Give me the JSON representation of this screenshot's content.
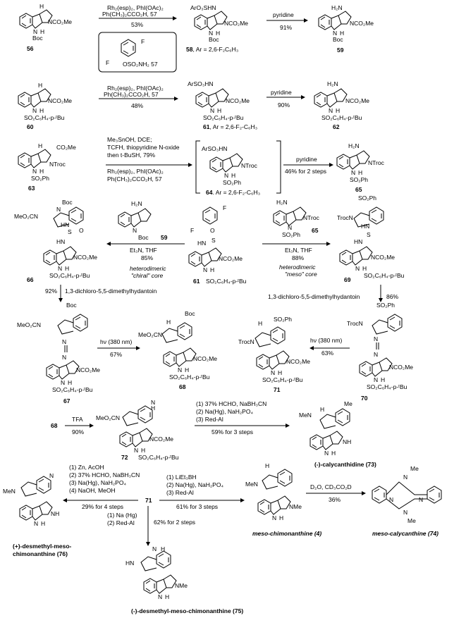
{
  "compounds": {
    "c56": "56",
    "c58": "58",
    "c58_ar": ", Ar = 2,6-F₂C₆H₃",
    "c59": "59",
    "c60": "60",
    "c61": "61",
    "c61_ar": ", Ar = 2,6-F₂-C₆H₃",
    "c62": "62",
    "c63": "63",
    "c64": "64",
    "c64_ar": ". Ar = 2,6-F₂-C₆H₃",
    "c65": "65",
    "c66": "66",
    "c67": "67",
    "c68": "68",
    "c69": "69",
    "c70": "70",
    "c71": "71",
    "c72": "72",
    "c73": "(-)-calycanthidine (73)",
    "c4": "meso-chimonanthine (4)",
    "c74": "meso-calycanthine (74)",
    "c76a": "(+)-desmethyl-meso-",
    "c76b": "chimonanthine (76)",
    "c75": "(-)-desmethyl-meso-chimonanthine (75)"
  },
  "reagents": {
    "r1a": "Rh₂(esp)₂, PhI(OAc)₂",
    "r1b": "Ph(CH₃)₂CCO₂H, 57",
    "r1y": "53%",
    "r57": "OSO₂NH₂ 57",
    "r2": "pyridine",
    "r2y": "91%",
    "r3a": "Rh₂(esp)₂, PhI(OAc)₂",
    "r3b": "Ph(CH₃)₂CCO₂H, 57",
    "r3y": "48%",
    "r4": "pyridine",
    "r4y": "90%",
    "r5a": "Me₃SnOH, DCE;",
    "r5b": "TCFH, thiopyridine N-oxide",
    "r5c": "then t-BuSH, 79%",
    "r5d": "Rh₂(esp)₂, PhI(OAc)₂",
    "r5e": "Ph(CH₃)₂CCO₂H, 57",
    "r6": "pyridine",
    "r6y": "46% for 2 steps",
    "r7a": "Et₃N, THF",
    "r7y": "85%",
    "r7c": "heterodimeric",
    "r7d": "\"chiral\" core",
    "r8a": "Et₃N, THF",
    "r8y": "88%",
    "r8c": "heterodimeric",
    "r8d": "\"meso\" core",
    "r9": "1,3-dichloro-5,5-dimethylhydantoin",
    "r9y": "92%",
    "r10": "1,3-dichloro-5,5-dimethylhydantoin",
    "r10y": "86%",
    "r11": "hν (380 nm)",
    "r11y": "67%",
    "r12": "hν (380 nm)",
    "r12y": "63%",
    "r13": "TFA",
    "r13y": "90%",
    "r14a": "(1) 37% HCHO, NaBH₃CN",
    "r14b": "(2) Na(Hg), NaH₂PO₄",
    "r14c": "(3) Red-Al",
    "r14y": "59% for 3 steps",
    "r15a": "(1) Zn, AcOH",
    "r15b": "(2) 37% HCHO, NaBH₃CN",
    "r15c": "(3) Na(Hg), NaH₂PO₄",
    "r15d": "(4) NaOH, MeOH",
    "r15y": "29% for 4 steps",
    "r16a": "(1) LiEt₃BH",
    "r16b": "(2) Na(Hg), NaH₂PO₄",
    "r16c": "(3) Red-Al",
    "r16y": "61% for 3 steps",
    "r17a": "(1) Na (Hg)",
    "r17b": "(2) Red-Al",
    "r17y": "62% for 2 steps",
    "r18": "D₂O, CD₃CO₂D",
    "r18y": "36%"
  },
  "groups": {
    "boc": "Boc",
    "nco2me": "NCO₂Me",
    "co2me": "CO₂Me",
    "h": "H",
    "n": "N",
    "so2c6h4tbu": "SO₂C₆H₄-p-ᵗBu",
    "so2ph": "SO₂Ph",
    "ntroc": "NTroc",
    "troc": "Troc",
    "troc_n": "TrocN",
    "arso3hn": "ArSO₃HN",
    "arso3shn": "ArO₃SHN",
    "h2n": "H₂N",
    "hn": "HN",
    "nh": "NH",
    "meo2cn": "MeO₂CN",
    "men": "MeN",
    "me": "Me",
    "nme": "NMe",
    "f": "F",
    "s": "S",
    "o": "O"
  }
}
